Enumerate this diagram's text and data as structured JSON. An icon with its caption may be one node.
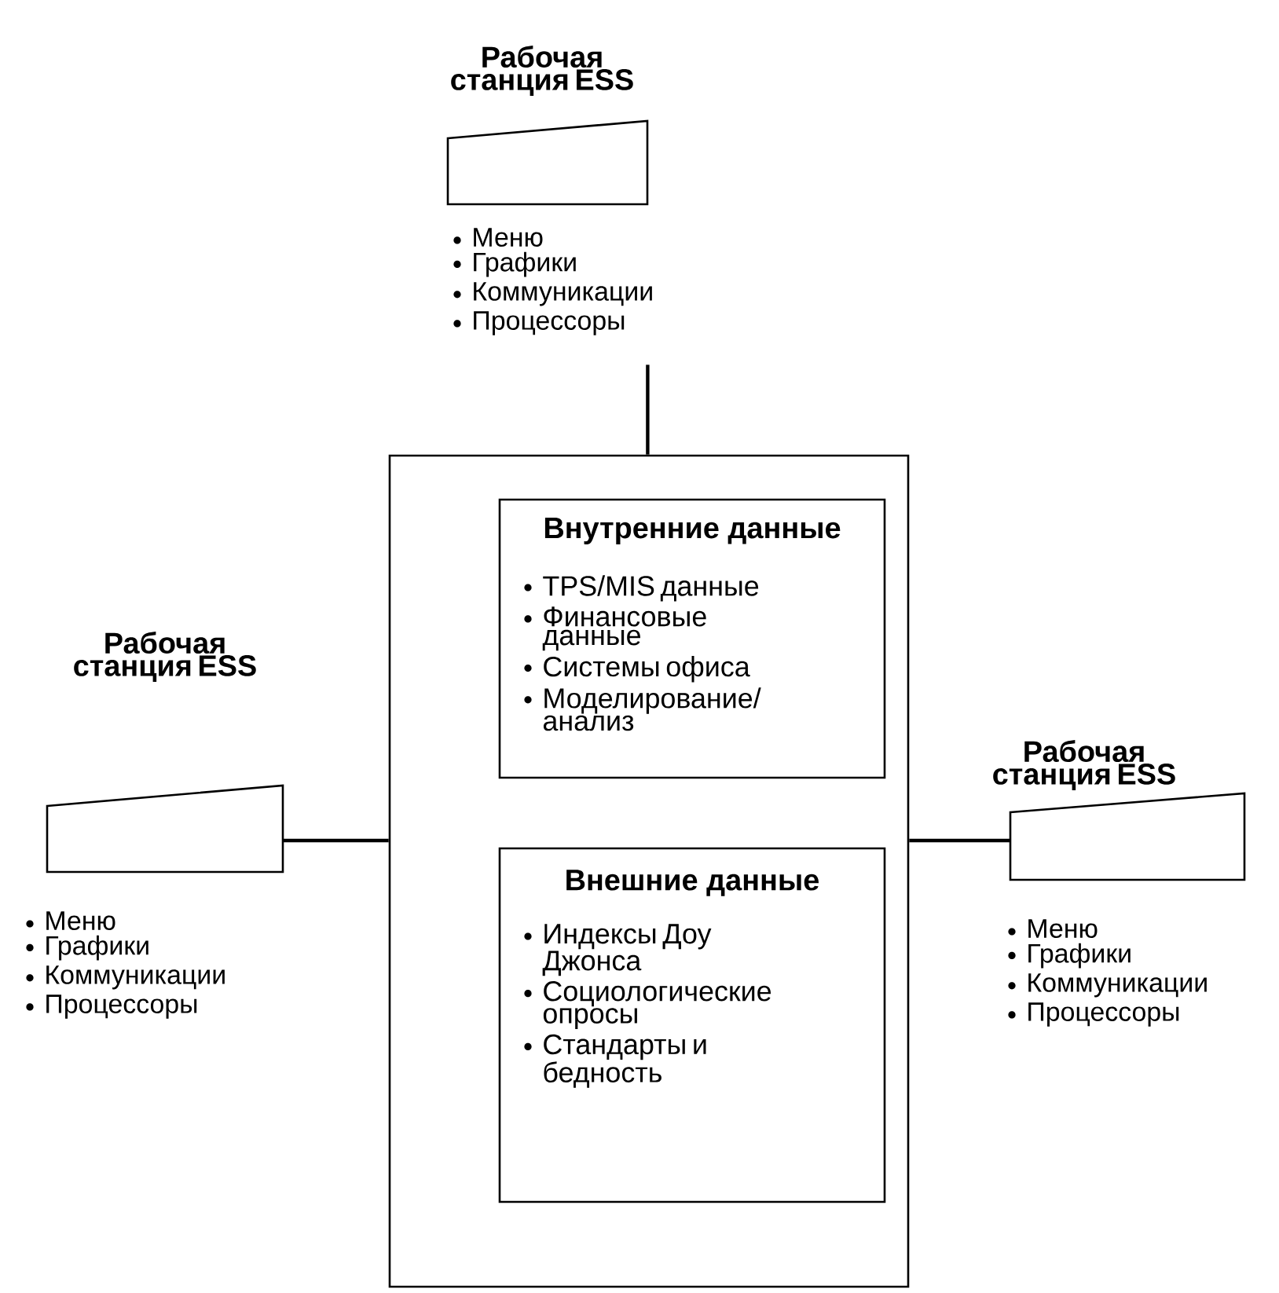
{
  "diagram": {
    "nodes": [
      {
        "text": [
          "Рабочая станция ESS",
          "Меню",
          "Графики",
          "Коммуникации",
          "Процессоры"
        ]
      },
      {
        "text": [],
        "shape": "box"
      },
      {
        "text": [
          "Внутренние данные",
          "TPS/MIS данные",
          "Финансовые данные",
          "Системы офиса",
          "Моделирование/ анализ"
        ],
        "in": 1
      },
      {
        "text": [
          "Внешние данные",
          "Индексы Доу Джонса",
          "Социологические опросы",
          "Стандарты и бедность"
        ],
        "in": 1
      },
      {
        "text": [
          "Рабочая станция ESS",
          "Меню",
          "Графики",
          "Коммуникации",
          "Процессоры"
        ]
      },
      {
        "text": [
          "Рабочая станция ESS",
          "Меню",
          "Графики",
          "Коммуникации",
          "Процессоры"
        ]
      }
    ],
    "edges": [
      {
        "from": 0,
        "to": 1,
        "arrow": "none"
      },
      {
        "from": 4,
        "to": 1,
        "arrow": "none"
      },
      {
        "from": 5,
        "to": 1,
        "arrow": "none"
      }
    ]
  }
}
